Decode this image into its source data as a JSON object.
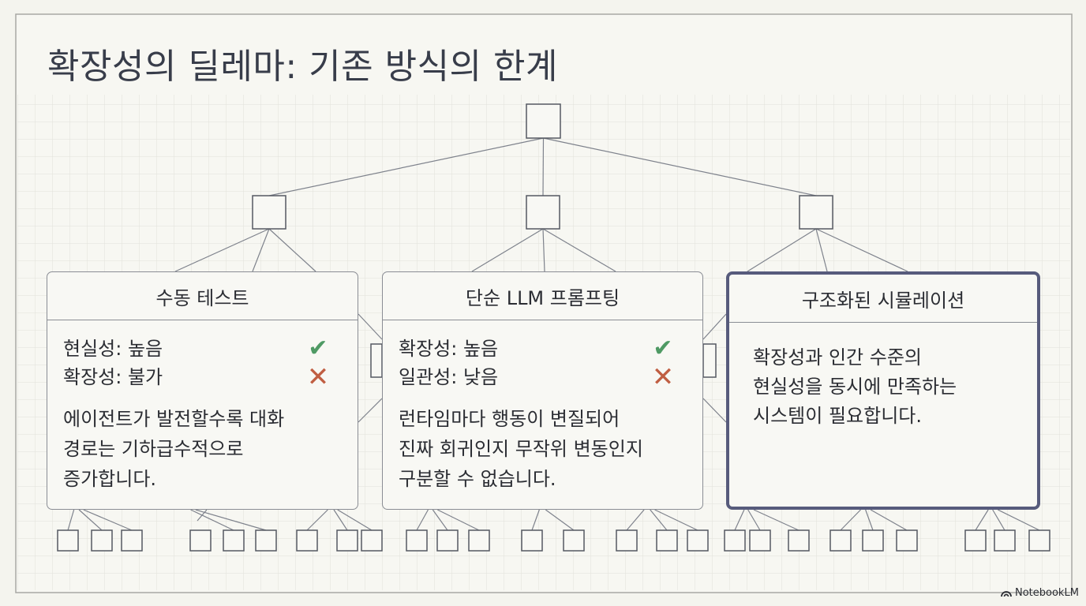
{
  "title": "확장성의 딜레마: 기존 방식의 한계",
  "cards": [
    {
      "header": "수동 테스트",
      "metrics": [
        {
          "text": "현실성: 높음",
          "status": "check"
        },
        {
          "text": "확장성: 불가",
          "status": "cross"
        }
      ],
      "description": [
        "에이전트가 발전할수록 대화",
        "경로는 기하급수적으로",
        "증가합니다."
      ]
    },
    {
      "header": "단순 LLM 프롬프팅",
      "metrics": [
        {
          "text": "확장성: 높음",
          "status": "check"
        },
        {
          "text": "일관성: 낮음",
          "status": "cross"
        }
      ],
      "description": [
        "런타임마다 행동이 변질되어",
        "진짜 회귀인지 무작위 변동인지",
        "구분할 수 없습니다."
      ]
    },
    {
      "header": "구조화된 시뮬레이션",
      "highlighted": true,
      "description": [
        "확장성과 인간 수준의",
        "현실성을 동시에 만족하는",
        "시스템이 필요합니다."
      ]
    }
  ],
  "icons": {
    "check": "check-icon",
    "cross": "cross-icon"
  },
  "colors": {
    "check": "#4f9a64",
    "cross": "#c05e42",
    "highlight_border": "#575b7c",
    "text": "#383d4a"
  },
  "watermark": "NotebookLM"
}
